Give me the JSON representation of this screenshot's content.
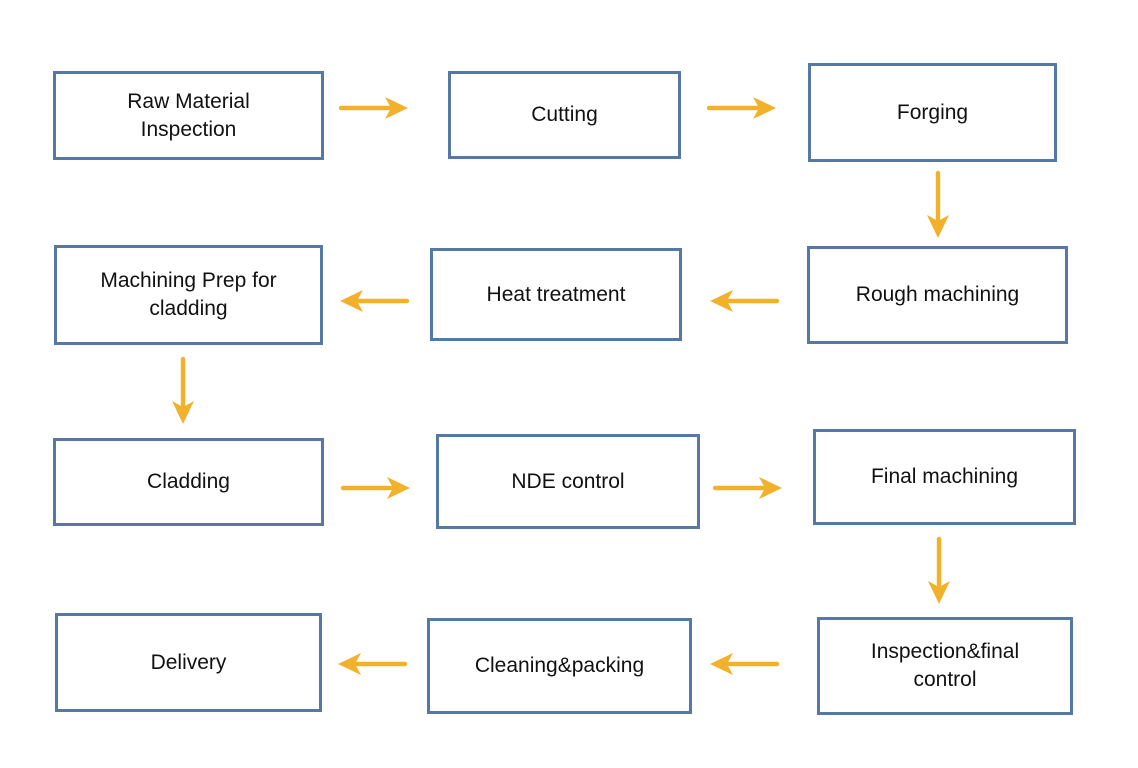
{
  "colors": {
    "box_border": "#5579A4",
    "arrow": "#F2B12B",
    "text": "#111111",
    "background": "#FFFFFF"
  },
  "diagram": {
    "type": "process-flowchart",
    "nodes": [
      {
        "id": "raw-material-inspection",
        "label": "Raw Material Inspection"
      },
      {
        "id": "cutting",
        "label": "Cutting"
      },
      {
        "id": "forging",
        "label": "Forging"
      },
      {
        "id": "rough-machining",
        "label": "Rough machining"
      },
      {
        "id": "heat-treatment",
        "label": "Heat treatment"
      },
      {
        "id": "machining-prep-for-cladding",
        "label": "Machining Prep for cladding"
      },
      {
        "id": "cladding",
        "label": "Cladding"
      },
      {
        "id": "nde-control",
        "label": "NDE control"
      },
      {
        "id": "final-machining",
        "label": "Final machining"
      },
      {
        "id": "inspection-final-control",
        "label": "Inspection&final control"
      },
      {
        "id": "cleaning-packing",
        "label": "Cleaning&packing"
      },
      {
        "id": "delivery",
        "label": "Delivery"
      }
    ],
    "edges": [
      {
        "from": "raw-material-inspection",
        "to": "cutting",
        "direction": "right"
      },
      {
        "from": "cutting",
        "to": "forging",
        "direction": "right"
      },
      {
        "from": "forging",
        "to": "rough-machining",
        "direction": "down"
      },
      {
        "from": "rough-machining",
        "to": "heat-treatment",
        "direction": "left"
      },
      {
        "from": "heat-treatment",
        "to": "machining-prep-for-cladding",
        "direction": "left"
      },
      {
        "from": "machining-prep-for-cladding",
        "to": "cladding",
        "direction": "down"
      },
      {
        "from": "cladding",
        "to": "nde-control",
        "direction": "right"
      },
      {
        "from": "nde-control",
        "to": "final-machining",
        "direction": "right"
      },
      {
        "from": "final-machining",
        "to": "inspection-final-control",
        "direction": "down"
      },
      {
        "from": "inspection-final-control",
        "to": "cleaning-packing",
        "direction": "left"
      },
      {
        "from": "cleaning-packing",
        "to": "delivery",
        "direction": "left"
      }
    ]
  }
}
